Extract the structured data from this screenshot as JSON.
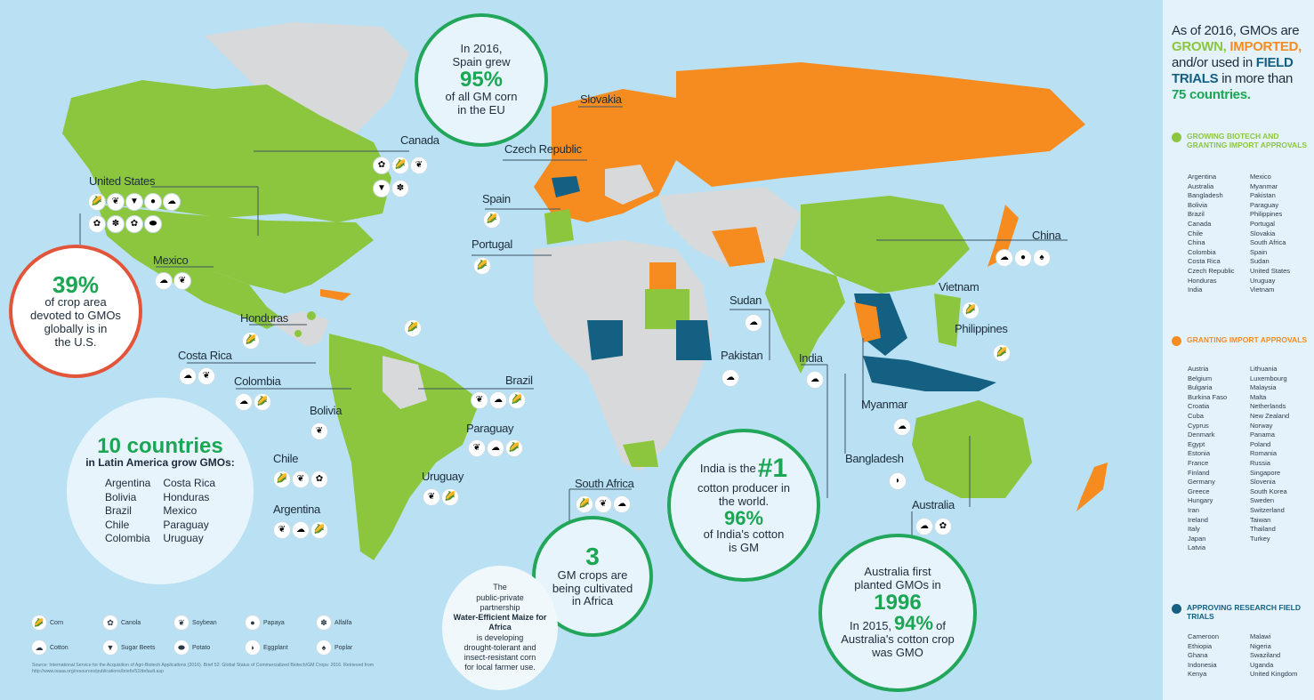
{
  "colors": {
    "ocean": "#b9e1f3",
    "growing": "#8cc63f",
    "importing": "#f68b1f",
    "trials": "#146083",
    "none": "#d7d9db",
    "headline_green": "#1aa652",
    "circle_red": "#e2553a"
  },
  "sidebar": {
    "headline_prefix": "As of 2016, GMOs are",
    "headline_grown": "GROWN,",
    "headline_imported": "IMPORTED,",
    "headline_andor": "and/or used in",
    "headline_field": "FIELD",
    "headline_trials": "TRIALS",
    "headline_more": "in more than",
    "headline_count": "75 countries.",
    "group_growing": {
      "title": "GROWING BIOTECH AND GRANTING IMPORT APPROVALS",
      "col1": [
        "Argentina",
        "Australia",
        "Bangladesh",
        "Bolivia",
        "Brazil",
        "Canada",
        "Chile",
        "China",
        "Colombia",
        "Costa Rica",
        "Czech Republic",
        "Honduras",
        "India"
      ],
      "col2": [
        "Mexico",
        "Myanmar",
        "Pakistan",
        "Paraguay",
        "Philippines",
        "Portugal",
        "Slovakia",
        "South Africa",
        "Spain",
        "Sudan",
        "United States",
        "Uruguay",
        "Vietnam"
      ]
    },
    "group_import": {
      "title": "GRANTING IMPORT APPROVALS",
      "col1": [
        "Austria",
        "Belgium",
        "Bulgaria",
        "Burkina Faso",
        "Croatia",
        "Cuba",
        "Cyprus",
        "Denmark",
        "Egypt",
        "Estonia",
        "France",
        "Finland",
        "Germany",
        "Greece",
        "Hungary",
        "Iran",
        "Ireland",
        "Italy",
        "Japan",
        "Latvia"
      ],
      "col2": [
        "Lithuania",
        "Luxembourg",
        "Malaysia",
        "Malta",
        "Netherlands",
        "New Zealand",
        "Norway",
        "Panama",
        "Poland",
        "Romania",
        "Russia",
        "Singapore",
        "Slovenia",
        "South Korea",
        "Sweden",
        "Switzerland",
        "Taiwan",
        "Thailand",
        "Turkey"
      ]
    },
    "group_trials": {
      "title": "APPROVING RESEARCH FIELD TRIALS",
      "col1": [
        "Cameroon",
        "Ethiopia",
        "Ghana",
        "Indonesia",
        "Kenya"
      ],
      "col2": [
        "Malawi",
        "Nigeria",
        "Swaziland",
        "Uganda",
        "United Kingdom"
      ]
    }
  },
  "country_labels": {
    "canada": "Canada",
    "united_states": "United States",
    "mexico": "Mexico",
    "honduras": "Honduras",
    "costa_rica": "Costa Rica",
    "colombia": "Colombia",
    "bolivia": "Bolivia",
    "brazil": "Brazil",
    "paraguay": "Paraguay",
    "chile": "Chile",
    "uruguay": "Uruguay",
    "argentina": "Argentina",
    "slovakia": "Slovakia",
    "czech_republic": "Czech Republic",
    "spain": "Spain",
    "portugal": "Portugal",
    "sudan": "Sudan",
    "pakistan": "Pakistan",
    "india": "India",
    "china": "China",
    "vietnam": "Vietnam",
    "philippines": "Philippines",
    "myanmar": "Myanmar",
    "bangladesh": "Bangladesh",
    "south_africa": "South Africa",
    "australia": "Australia"
  },
  "callouts": {
    "spain": {
      "l1": "In 2016,",
      "l2": "Spain grew",
      "big": "95%",
      "l3": "of all GM corn",
      "l4": "in the EU"
    },
    "us": {
      "big": "39%",
      "l1": "of crop area",
      "l2": "devoted to GMOs",
      "l3": "globally is in",
      "l4": "the U.S."
    },
    "latam": {
      "big": "10 countries",
      "sub": "in Latin America grow GMOs:",
      "col1": [
        "Argentina",
        "Bolivia",
        "Brazil",
        "Chile",
        "Colombia"
      ],
      "col2": [
        "Costa Rica",
        "Honduras",
        "Mexico",
        "Paraguay",
        "Uruguay"
      ]
    },
    "africa": {
      "big": "3",
      "l1": "GM crops are",
      "l2": "being cultivated",
      "l3": "in Africa"
    },
    "india": {
      "l1": "India is the",
      "rank": "#1",
      "l2": "cotton producer in",
      "l3": "the world.",
      "big": "96%",
      "l4": "of India's cotton",
      "l5": "is GM"
    },
    "australia": {
      "l1": "Australia first",
      "l2": "planted GMOs in",
      "year": "1996",
      "l3": "In 2015,",
      "pct": "94%",
      "l4": "of",
      "l5": "Australia's cotton crop",
      "l6": "was GMO"
    },
    "maize": {
      "l1": "The",
      "l2": "public-private",
      "l3": "partnership",
      "bold": "Water-Efficient Maize for Africa",
      "l4": "is developing",
      "l5": "drought-tolerant and",
      "l6": "insect-resistant corn",
      "l7": "for local farmer use."
    }
  },
  "crop_legend": [
    {
      "name": "Corn",
      "icon": "corn-icon",
      "glyph": "🌽"
    },
    {
      "name": "Canola",
      "icon": "canola-icon",
      "glyph": "✿"
    },
    {
      "name": "Soybean",
      "icon": "soybean-icon",
      "glyph": "❦"
    },
    {
      "name": "Papaya",
      "icon": "papaya-icon",
      "glyph": "●"
    },
    {
      "name": "Alfalfa",
      "icon": "alfalfa-icon",
      "glyph": "✽"
    },
    {
      "name": "Cotton",
      "icon": "cotton-icon",
      "glyph": "☁"
    },
    {
      "name": "Sugar Beets",
      "icon": "sugar-beet-icon",
      "glyph": "▼"
    },
    {
      "name": "Potato",
      "icon": "potato-icon",
      "glyph": "⬬"
    },
    {
      "name": "Eggplant",
      "icon": "eggplant-icon",
      "glyph": "◗"
    },
    {
      "name": "Poplar",
      "icon": "poplar-icon",
      "glyph": "♠"
    }
  ],
  "source_text": "Source: International Service for the Acquisition of Agri-Biotech Applications (2016). Brief 52: Global Status of Commercialized Biotech/GM Crops: 2016. Retrieved from http://www.isaaa.org/resources/publications/briefs/52/default.asp"
}
